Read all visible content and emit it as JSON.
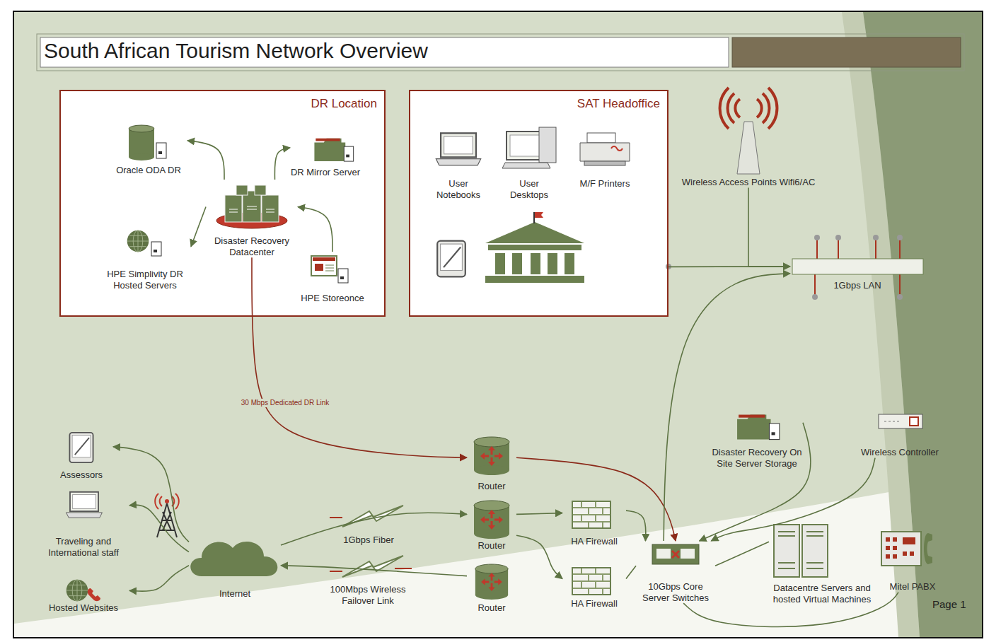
{
  "diagram": {
    "title": "South African Tourism Network Overview",
    "nodes": [
      {
        "text": [
          "DR Location"
        ]
      },
      {
        "text": [
          "Oracle ODA DR"
        ],
        "in": 0
      },
      {
        "text": [
          "DR Mirror Server"
        ],
        "in": 0
      },
      {
        "text": [
          "Disaster Recovery Datacenter"
        ],
        "in": 0
      },
      {
        "text": [
          "HPE Simplivity DR Hosted Servers"
        ],
        "in": 0
      },
      {
        "text": [
          "HPE Storeonce"
        ],
        "in": 0
      },
      {
        "text": [
          "SAT Headoffice"
        ]
      },
      {
        "text": [
          "User Notebooks"
        ],
        "in": 6
      },
      {
        "text": [
          "User Desktops"
        ],
        "in": 6
      },
      {
        "text": [
          "M/F Printers"
        ],
        "in": 6
      },
      {
        "text": [
          "Wireless Access Points Wifi6/AC"
        ]
      },
      {
        "text": [
          "1Gbps LAN"
        ]
      },
      {
        "text": [
          "Disaster Recovery On Site Server Storage"
        ]
      },
      {
        "text": [
          "Wireless Controller"
        ]
      },
      {
        "text": [
          "Assessors"
        ]
      },
      {
        "text": [
          "Traveling and International staff"
        ]
      },
      {
        "text": [
          "Hosted Websites"
        ]
      },
      {
        "text": [
          "Internet"
        ]
      },
      {
        "text": [
          "Router"
        ]
      },
      {
        "text": [
          "Router"
        ]
      },
      {
        "text": [
          "Router"
        ]
      },
      {
        "text": [
          "HA Firewall"
        ]
      },
      {
        "text": [
          "HA Firewall"
        ]
      },
      {
        "text": [
          "10Gbps Core Server Switches"
        ]
      },
      {
        "text": [
          "Datacentre Servers and hosted Virtual Machines"
        ]
      },
      {
        "text": [
          "Mitel PABX"
        ]
      }
    ],
    "edges": [
      {
        "from": 3,
        "to": 1,
        "arrow": "to"
      },
      {
        "from": 3,
        "to": 2,
        "arrow": "to"
      },
      {
        "from": 3,
        "to": 4,
        "arrow": "to"
      },
      {
        "from": 5,
        "to": 3,
        "arrow": "to"
      },
      {
        "from": 3,
        "to": 18,
        "label": "30 Mbps Dedicated DR Link",
        "arrow": "to"
      },
      {
        "from": 18,
        "to": 23,
        "arrow": "to"
      },
      {
        "from": 17,
        "to": 19,
        "label": "1Gbps Fiber",
        "arrow": "to"
      },
      {
        "from": 20,
        "to": 17,
        "label": "100Mbps Wireless Failover Link",
        "arrow": "to"
      },
      {
        "from": 19,
        "to": 21,
        "arrow": "to"
      },
      {
        "from": 19,
        "to": 22,
        "arrow": "to"
      },
      {
        "from": 21,
        "to": 23,
        "arrow": "to"
      },
      {
        "from": 22,
        "to": 23,
        "arrow": "none"
      },
      {
        "from": 23,
        "to": 11,
        "arrow": "to"
      },
      {
        "from": 6,
        "to": 11,
        "arrow": "to"
      },
      {
        "from": 10,
        "to": 11,
        "arrow": "none"
      },
      {
        "from": 12,
        "to": 23,
        "arrow": "to"
      },
      {
        "from": 13,
        "to": 23,
        "arrow": "to"
      },
      {
        "from": 24,
        "to": 23,
        "arrow": "none"
      },
      {
        "from": 23,
        "to": 25,
        "arrow": "none"
      },
      {
        "from": 17,
        "to": 14,
        "arrow": "to"
      },
      {
        "from": 17,
        "to": 15,
        "arrow": "to"
      },
      {
        "from": 17,
        "to": 16,
        "arrow": "to"
      }
    ],
    "labels": [
      "Page 1"
    ]
  }
}
